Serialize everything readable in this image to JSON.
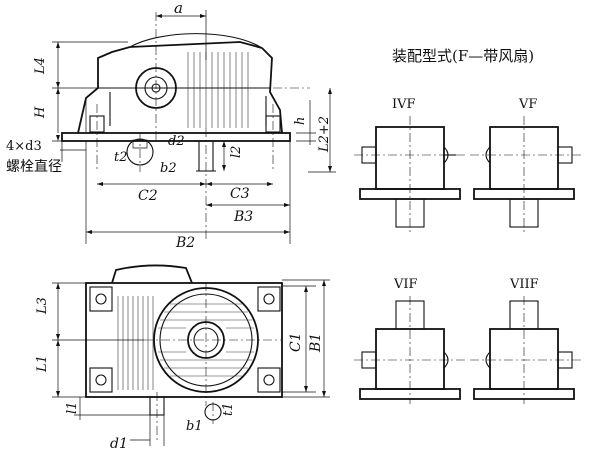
{
  "title": "装配型式(F—带风扇)",
  "dimensions": {
    "a": "a",
    "L4": "L4",
    "H": "H",
    "h": "h",
    "L2_plus_2": "L2+2",
    "d2": "d2",
    "t2": "t2",
    "b2": "b2",
    "l2": "l2",
    "C2": "C2",
    "C3": "C3",
    "B3": "B3",
    "B2": "B2",
    "L3": "L3",
    "L1": "L1",
    "l1": "l1",
    "d1": "d1",
    "b1": "b1",
    "t1": "t1",
    "C1": "C1",
    "B1": "B1"
  },
  "bolt_note": {
    "line1": "4×d3",
    "line2": "螺栓直径"
  },
  "assembly_types": [
    "IVF",
    "VF",
    "VIF",
    "VIIF"
  ]
}
